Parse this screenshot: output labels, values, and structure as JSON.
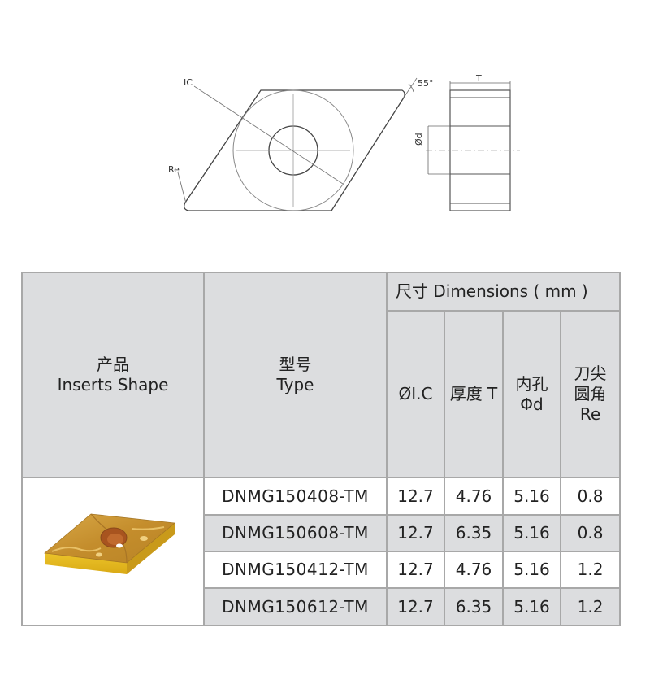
{
  "drawing": {
    "labels": {
      "ic": "IC",
      "re": "Re",
      "angle": "55°",
      "thickness": "T",
      "hole_diameter": "Ød"
    }
  },
  "table": {
    "headers": {
      "shape_cn": "产品",
      "shape_en": "Inserts Shape",
      "type_cn": "型号",
      "type_en": "Type",
      "dimensions": "尺寸 Dimensions ( mm )",
      "ic": "ØI.C",
      "thickness": "厚度 T",
      "hole_cn": "内孔",
      "hole_sym": "Φd",
      "radius_cn_1": "刀尖",
      "radius_cn_2": "圆角",
      "radius_sym": "Re"
    },
    "rows": [
      {
        "type": "DNMG150408-TM",
        "ic": "12.7",
        "t": "4.76",
        "d": "5.16",
        "re": "0.8"
      },
      {
        "type": "DNMG150608-TM",
        "ic": "12.7",
        "t": "6.35",
        "d": "5.16",
        "re": "0.8"
      },
      {
        "type": "DNMG150412-TM",
        "ic": "12.7",
        "t": "4.76",
        "d": "5.16",
        "re": "1.2"
      },
      {
        "type": "DNMG150612-TM",
        "ic": "12.7",
        "t": "6.35",
        "d": "5.16",
        "re": "1.2"
      }
    ],
    "image": {
      "icon": "insert-photo-icon",
      "colors": {
        "top": "#c9952e",
        "side": "#e6bb1c",
        "hole": "#a8541f"
      }
    }
  },
  "colors": {
    "header_bg": "#dcdddf",
    "border": "#a8a8a8",
    "row_alt_bg": "#dcdddf"
  }
}
